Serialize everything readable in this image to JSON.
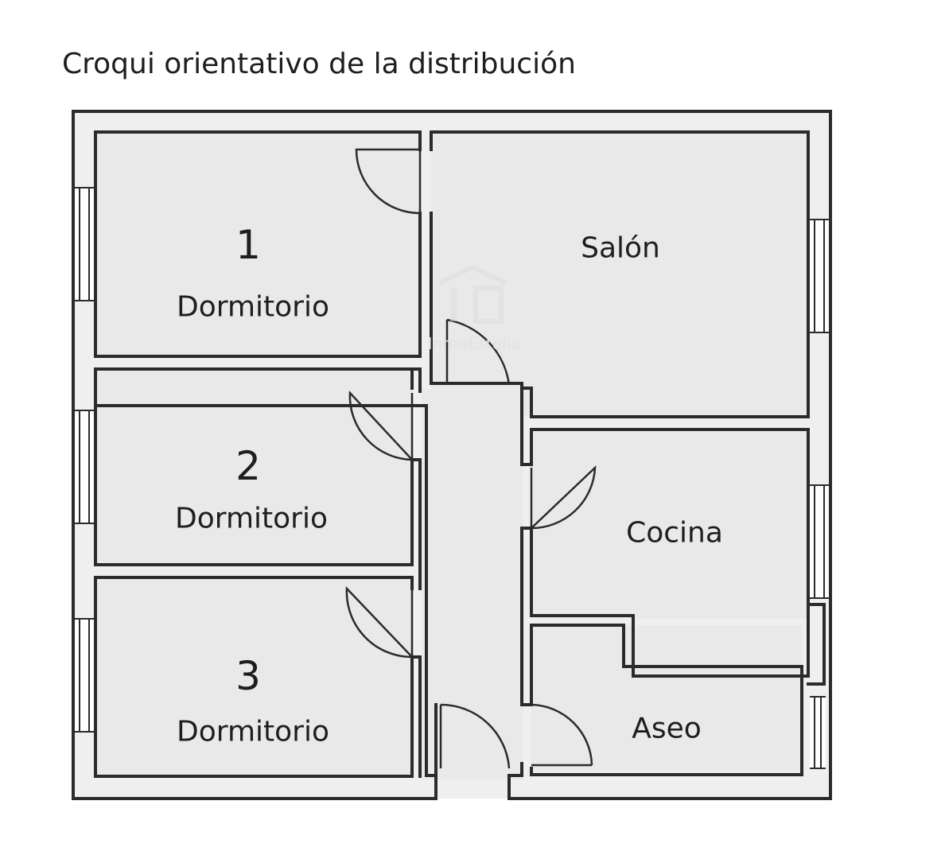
{
  "title": "Croqui orientativo de la distribución",
  "rooms": [
    {
      "id": "dormitorio-1",
      "number": "1",
      "label": "Dormitorio"
    },
    {
      "id": "dormitorio-2",
      "number": "2",
      "label": "Dormitorio"
    },
    {
      "id": "dormitorio-3",
      "number": "3",
      "label": "Dormitorio"
    },
    {
      "id": "salon",
      "label": "Salón"
    },
    {
      "id": "cocina",
      "label": "Cocina"
    },
    {
      "id": "aseo",
      "label": "Aseo"
    }
  ],
  "watermark": {
    "text": "InmoEstella",
    "logo_letters": "IE"
  },
  "colors": {
    "background": "#ffffff",
    "wall": "#2b2b2b",
    "room_fill": "#e9e9e9",
    "outer_band": "#efefef",
    "watermark": "#e2e2e2"
  }
}
